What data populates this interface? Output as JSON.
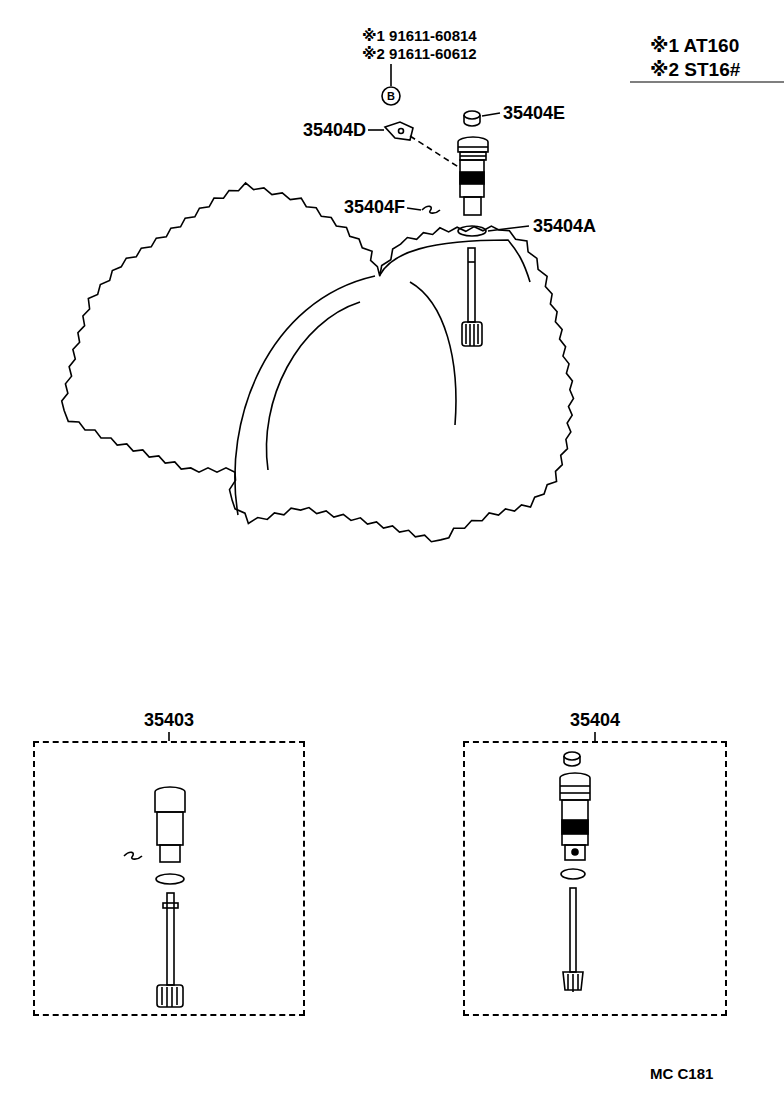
{
  "diagram": {
    "nodes": [
      {
        "text": [
          "35403"
        ]
      },
      {
        "text": [
          "35404"
        ]
      }
    ],
    "labels": [
      "※1 91611-60814",
      "※2 91611-60612",
      "B",
      "35404D",
      "35404E",
      "35404F",
      "35404A",
      "※1 AT160",
      "※2 ST16#",
      "MC C181"
    ]
  }
}
